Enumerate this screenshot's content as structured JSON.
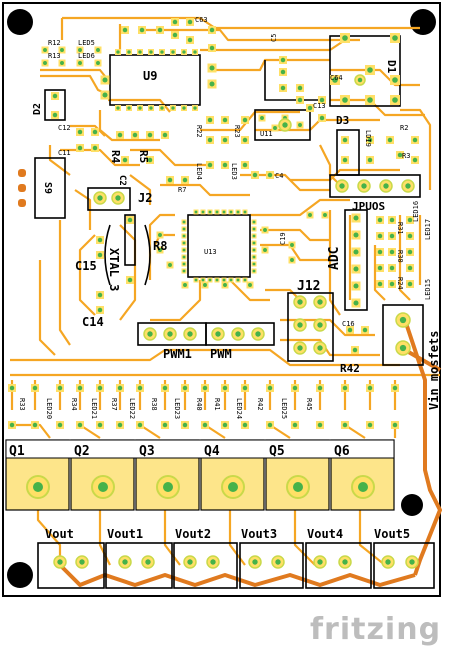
{
  "board": {
    "components": {
      "r12": "R12",
      "led5": "LED5",
      "r13": "R13",
      "led6": "LED6",
      "u9": "U9",
      "d2": "D2",
      "c12": "C12",
      "c11": "C11",
      "r4": "R4",
      "r5": "R5",
      "r7": "R7",
      "r22": "R22",
      "r23": "R23",
      "led4": "LED4",
      "led3": "LED3",
      "c4": "C4",
      "u11": "U11",
      "c13": "C13",
      "c64": "C64",
      "c63": "C63",
      "c5": "C5",
      "d3": "D3",
      "d1": "D1",
      "ldi9": "LDI9",
      "r2": "R2",
      "r3": "R3",
      "s9": "S9",
      "j2": "J2",
      "c2": "C2",
      "r8": "R8",
      "u13": "U13",
      "xtal3": "XTAL 3",
      "c15": "C15",
      "c14": "C14",
      "c19": "C19",
      "adc": "ADC",
      "jpuos": "JPUOS",
      "r31": "R31",
      "r30": "R30",
      "r24": "R24",
      "led16": "LED16",
      "led17": "LED17",
      "led15": "LED15",
      "j12": "J12",
      "c16": "C16",
      "r42": "R42",
      "vin_mosfets": "Vin mosfets",
      "pwm1": "PWM1",
      "pwm": "PWM"
    },
    "led_row": [
      "R33",
      "LED20",
      "R34",
      "LED21",
      "R37",
      "LED22",
      "R38",
      "LED23",
      "R40",
      "R41",
      "LED24",
      "R42",
      "LED25",
      "R45"
    ],
    "mosfets": [
      "Q1",
      "Q2",
      "Q3",
      "Q4",
      "Q5",
      "Q6"
    ],
    "outputs": [
      "Vout",
      "Vout1",
      "Vout2",
      "Vout3",
      "Vout4",
      "Vout5"
    ],
    "colors": {
      "board": "#ffffff",
      "trace": "#f5a623",
      "trace_bottom": "#e07a1f",
      "pad": "#ffe066",
      "pad_center": "#46b24a",
      "silkscreen": "#000000",
      "mosfet_fill": "#fde58a"
    },
    "icons": {
      "mount_hole": "black-circle-icon"
    }
  },
  "brand": {
    "name": "fritzing"
  }
}
